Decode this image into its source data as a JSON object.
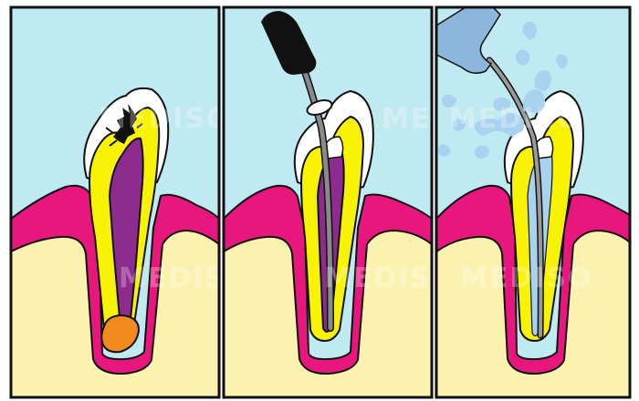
{
  "watermark": "MEDISO",
  "colors": {
    "sky": "#bfeaf1",
    "bone": "#fbf2b0",
    "gum": "#e8177d",
    "enamel": "#ffffff",
    "dentin": "#f8f205",
    "pulp": "#8e2b8e",
    "abscess": "#f28a1e",
    "instrument": "#8a8a8a",
    "handle": "#111111",
    "water": "#a8d3ef",
    "outline": "#111111"
  },
  "panels": [
    {
      "id": "infected",
      "stage": "decayed tooth with infected pulp and abscess"
    },
    {
      "id": "cleaning",
      "stage": "canal cleaned with file"
    },
    {
      "id": "irrigation",
      "stage": "canal irrigated with water"
    }
  ]
}
